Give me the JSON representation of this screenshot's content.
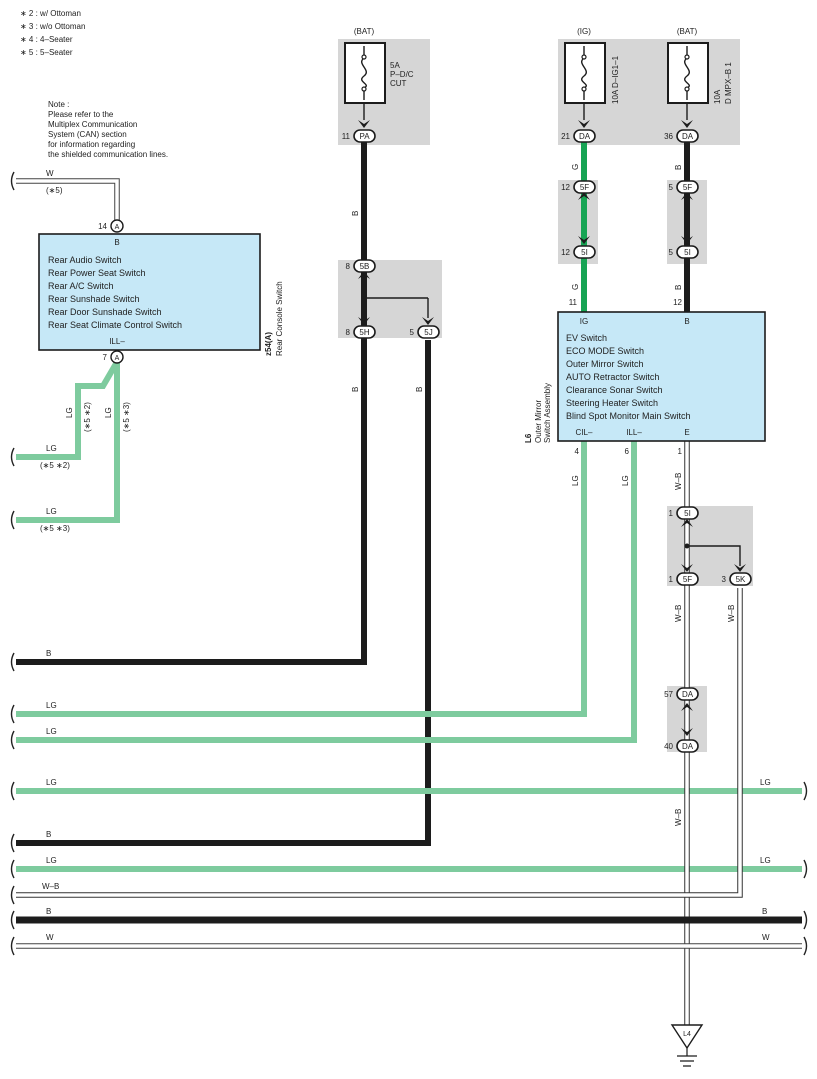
{
  "legend": [
    "∗ 2 : w/ Ottoman",
    "∗ 3 : w/o Ottoman",
    "∗ 4 : 4–Seater",
    "∗ 5 : 5–Seater"
  ],
  "note": [
    "Note :",
    "Please refer to the",
    "Multiplex Communication",
    "System (CAN) section",
    "for information regarding",
    "the shielded communication lines."
  ],
  "fuses": {
    "pdc": {
      "source": "(BAT)",
      "label": [
        "5A",
        "P–D/C",
        "CUT"
      ],
      "pin": "11",
      "connector": "PA"
    },
    "ig": {
      "source": "(IG)",
      "label": [
        "10A D–IG1–1"
      ],
      "pin": "21",
      "connector": "DA"
    },
    "mpx": {
      "source": "(BAT)",
      "label": [
        "10A",
        "D MPX–B 1"
      ],
      "pin": "36",
      "connector": "DA"
    }
  },
  "rear_switch": {
    "code": "z54(A)",
    "name": "Rear Console Switch",
    "top_pin": "14",
    "top_conn": "A",
    "top_term": "B",
    "bottom_pin": "7",
    "bottom_conn": "A",
    "bottom_term": "ILL–",
    "items": [
      "Rear Audio Switch",
      "Rear Power Seat Switch",
      "Rear A/C Switch",
      "Rear Sunshade Switch",
      "Rear Door Sunshade Switch",
      "Rear Seat Climate Control Switch"
    ]
  },
  "mirror_switch": {
    "code": "L6",
    "name1": "Outer Mirror",
    "name2": "Switch Assembly",
    "items": [
      "EV Switch",
      "ECO MODE Switch",
      "Outer Mirror Switch",
      "AUTO Retractor Switch",
      "Clearance Sonar Switch",
      "Steering Heater Switch",
      "Blind Spot Monitor Main Switch"
    ],
    "term_ig": "IG",
    "term_b": "B",
    "term_cil": "CIL–",
    "term_ill": "ILL–",
    "term_e": "E",
    "pin_ig": "11",
    "pin_b": "12",
    "pin_cil": "4",
    "pin_ill": "6",
    "pin_e": "1"
  },
  "junctions": {
    "j5b": {
      "pin": "8",
      "conn": "5B"
    },
    "j5h": {
      "pin": "8",
      "conn": "5H"
    },
    "j5j": {
      "pin": "5",
      "conn": "5J"
    },
    "j5f_g": {
      "pin": "12",
      "conn": "5F"
    },
    "j5i_g": {
      "pin": "12",
      "conn": "5I"
    },
    "j5f_b": {
      "pin": "5",
      "conn": "5F"
    },
    "j5i_b": {
      "pin": "5",
      "conn": "5I"
    },
    "j5i_e": {
      "pin": "1",
      "conn": "5I"
    },
    "j5f_e": {
      "pin": "1",
      "conn": "5F"
    },
    "j5k": {
      "pin": "3",
      "conn": "5K"
    },
    "jda57": {
      "pin": "57",
      "conn": "DA"
    },
    "jda40": {
      "pin": "40",
      "conn": "DA"
    }
  },
  "ground": "L4",
  "wires": {
    "w": "W",
    "w_note": "(∗5)",
    "lg": "LG",
    "b": "B",
    "g": "G",
    "wb": "W–B",
    "lg_note1": "(∗5 ∗2)",
    "lg_note2": "(∗5 ∗3)",
    "vlg_note1": "(∗5 ∗2)",
    "vlg_note2": "(∗5 ∗3)"
  },
  "colors": {
    "lg": "#7ecb9e",
    "g": "#17a454",
    "b": "#1c1c1c",
    "w": "#ffffff",
    "box": "#c6e8f7",
    "panel": "#d6d6d6"
  }
}
